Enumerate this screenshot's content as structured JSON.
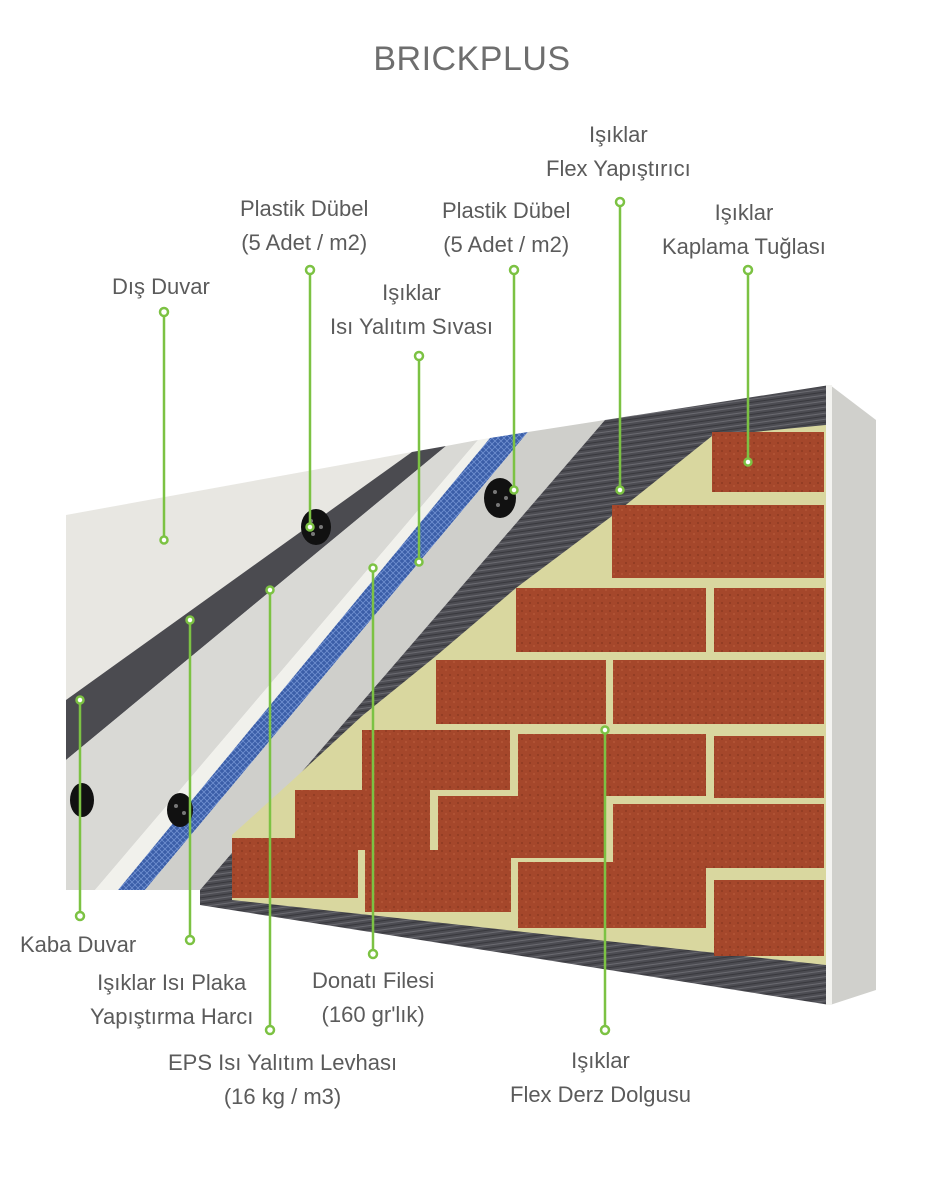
{
  "title": "BRICKPLUS",
  "colors": {
    "accent": "#7cc243",
    "brick": "#a8472c",
    "grout": "#d8d8a0",
    "mesh": "#3a5fa8",
    "eps": "#eeeeea",
    "adhesive": "#4a4a4e",
    "outer_wall": "#e6e6e0"
  },
  "labels": {
    "dis_duvar": "Dış Duvar",
    "dubel_1": [
      "Plastik Dübel",
      "(5 Adet / m2)"
    ],
    "dubel_2": [
      "Plastik Dübel",
      "(5 Adet / m2)"
    ],
    "siva": [
      "Işıklar",
      "Isı Yalıtım Sıvası"
    ],
    "flex_yapistirici": [
      "Işıklar",
      "Flex Yapıştırıcı"
    ],
    "kaplama_tuglasi": [
      "Işıklar",
      "Kaplama Tuğlası"
    ],
    "kaba_duvar": "Kaba Duvar",
    "plaka_harci": [
      "Işıklar Isı Plaka",
      "Yapıştırma Harcı"
    ],
    "eps": [
      "EPS Isı Yalıtım Levhası",
      "(16 kg / m3)"
    ],
    "donati": [
      "Donatı Filesi",
      "(160 gr'lık)"
    ],
    "derz": [
      "Işıklar",
      "Flex Derz Dolgusu"
    ]
  }
}
